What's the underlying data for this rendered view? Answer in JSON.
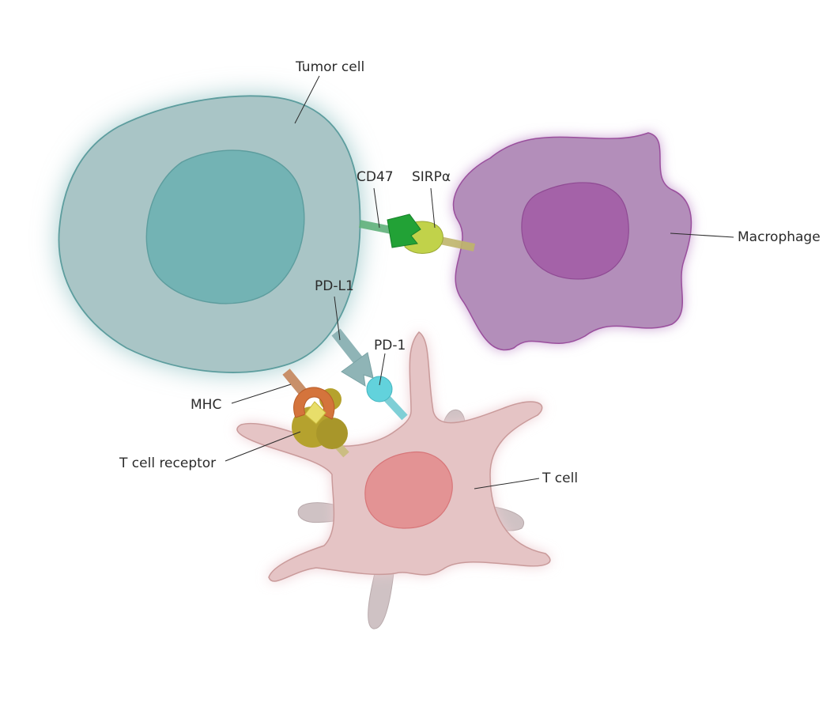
{
  "labels": {
    "tumor_cell": "Tumor cell",
    "cd47": "CD47",
    "sirpa": "SIRPα",
    "macrophage": "Macrophage",
    "pd_l1": "PD-L1",
    "pd_1": "PD-1",
    "mhc": "MHC",
    "t_cell_receptor": "T cell receptor",
    "t_cell": "T cell"
  },
  "colors": {
    "tumor_cytoplasm": "#a9c5c6",
    "tumor_nucleus": "#73b3b4",
    "tumor_outline": "#5d9d9e",
    "macrophage_cytoplasm": "#b38eba",
    "macrophage_nucleus": "#a462a8",
    "macrophage_outline": "#9a4f9d",
    "tcell_cytoplasm": "#e5c4c5",
    "tcell_nucleus": "#e39394",
    "tcell_outline": "#c99a9a",
    "cd47": "#22a236",
    "sirpa": "#c1d24a",
    "pd_l1": "#8fb4b6",
    "pd_1": "#62d2dc",
    "mhc": "#d4743c",
    "tcr": "#b5a22e"
  }
}
